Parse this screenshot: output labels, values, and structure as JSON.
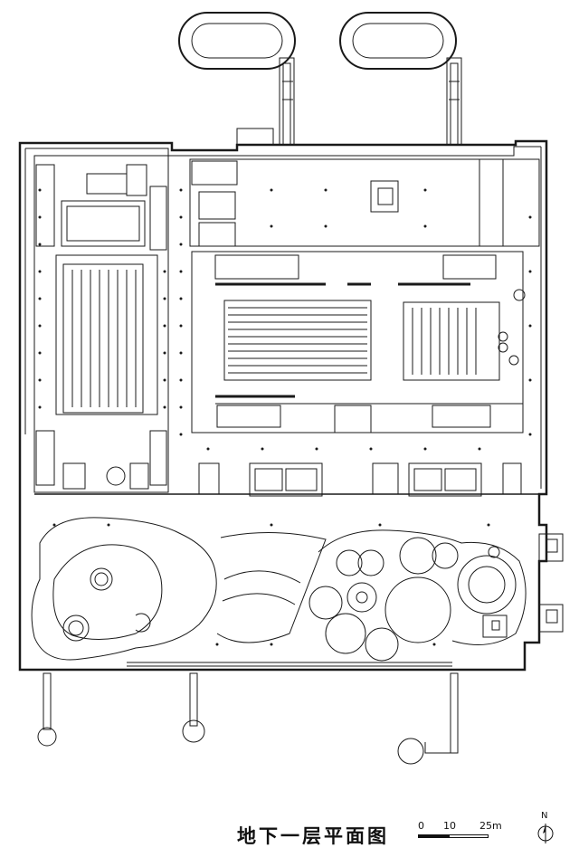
{
  "drawing": {
    "title": "地下一层平面图",
    "line_color": "#1a1a1a",
    "background": "#ffffff"
  },
  "scale_bar": {
    "labels": [
      "0",
      "10",
      "25m"
    ]
  },
  "north_arrow": {
    "label": "N",
    "icon": "north-arrow-icon"
  }
}
